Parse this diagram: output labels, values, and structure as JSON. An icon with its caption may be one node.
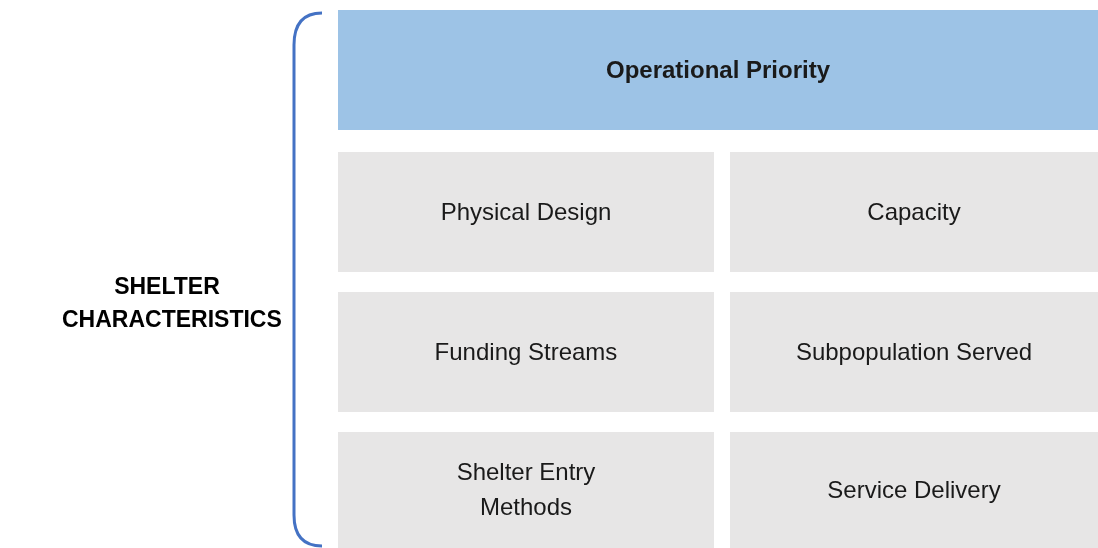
{
  "diagram": {
    "nodes": [
      {
        "text": [
          "Operational Priority"
        ]
      },
      {
        "text": [
          "Physical Design"
        ]
      },
      {
        "text": [
          "Capacity"
        ]
      },
      {
        "text": [
          "Funding Streams"
        ]
      },
      {
        "text": [
          "Subpopulation Served"
        ]
      },
      {
        "text": [
          "Shelter Entry Methods"
        ]
      },
      {
        "text": [
          "Service Delivery"
        ]
      }
    ],
    "labels": [
      "SHELTER CHARACTERISTICS"
    ]
  }
}
